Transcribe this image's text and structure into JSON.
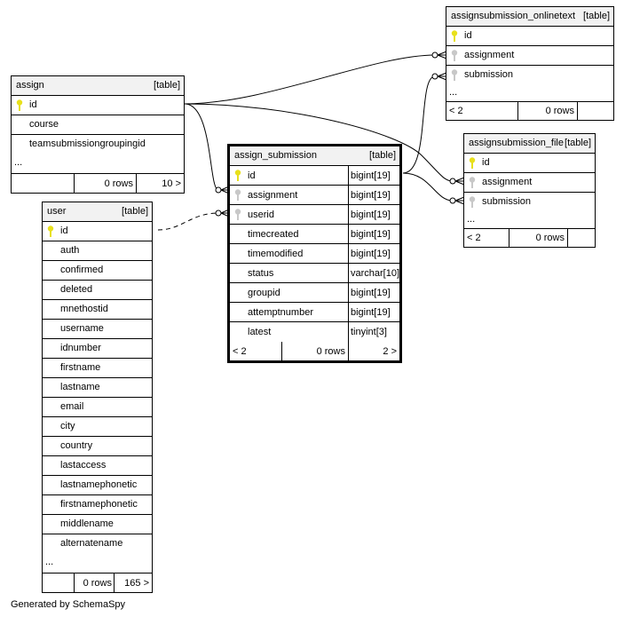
{
  "tables": {
    "assign": {
      "name": "assign",
      "kind": "[table]",
      "columns": [
        {
          "name": "id",
          "key": "primary"
        },
        {
          "name": "course",
          "key": "none"
        },
        {
          "name": "teamsubmissiongroupingid",
          "key": "none"
        }
      ],
      "ellipsis": "...",
      "parents": "",
      "rows": "0 rows",
      "children": "10 >"
    },
    "user": {
      "name": "user",
      "kind": "[table]",
      "columns": [
        {
          "name": "id",
          "key": "primary"
        },
        {
          "name": "auth",
          "key": "none"
        },
        {
          "name": "confirmed",
          "key": "none"
        },
        {
          "name": "deleted",
          "key": "none"
        },
        {
          "name": "mnethostid",
          "key": "none"
        },
        {
          "name": "username",
          "key": "none"
        },
        {
          "name": "idnumber",
          "key": "none"
        },
        {
          "name": "firstname",
          "key": "none"
        },
        {
          "name": "lastname",
          "key": "none"
        },
        {
          "name": "email",
          "key": "none"
        },
        {
          "name": "city",
          "key": "none"
        },
        {
          "name": "country",
          "key": "none"
        },
        {
          "name": "lastaccess",
          "key": "none"
        },
        {
          "name": "lastnamephonetic",
          "key": "none"
        },
        {
          "name": "firstnamephonetic",
          "key": "none"
        },
        {
          "name": "middlename",
          "key": "none"
        },
        {
          "name": "alternatename",
          "key": "none"
        }
      ],
      "ellipsis": "...",
      "parents": "",
      "rows": "0 rows",
      "children": "165 >"
    },
    "assign_submission": {
      "name": "assign_submission",
      "kind": "[table]",
      "columns": [
        {
          "name": "id",
          "type": "bigint[19]",
          "key": "primary"
        },
        {
          "name": "assignment",
          "type": "bigint[19]",
          "key": "foreign"
        },
        {
          "name": "userid",
          "type": "bigint[19]",
          "key": "foreign"
        },
        {
          "name": "timecreated",
          "type": "bigint[19]",
          "key": "none"
        },
        {
          "name": "timemodified",
          "type": "bigint[19]",
          "key": "none"
        },
        {
          "name": "status",
          "type": "varchar[10]",
          "key": "none"
        },
        {
          "name": "groupid",
          "type": "bigint[19]",
          "key": "none"
        },
        {
          "name": "attemptnumber",
          "type": "bigint[19]",
          "key": "none"
        },
        {
          "name": "latest",
          "type": "tinyint[3]",
          "key": "none"
        }
      ],
      "parents": "< 2",
      "rows": "0 rows",
      "children": "2 >"
    },
    "assignsubmission_onlinetext": {
      "name": "assignsubmission_onlinetext",
      "kind": "[table]",
      "columns": [
        {
          "name": "id",
          "key": "primary"
        },
        {
          "name": "assignment",
          "key": "foreign"
        },
        {
          "name": "submission",
          "key": "foreign"
        }
      ],
      "ellipsis": "...",
      "parents": "< 2",
      "rows": "0 rows",
      "children": ""
    },
    "assignsubmission_file": {
      "name": "assignsubmission_file",
      "kind": "[table]",
      "columns": [
        {
          "name": "id",
          "key": "primary"
        },
        {
          "name": "assignment",
          "key": "foreign"
        },
        {
          "name": "submission",
          "key": "foreign"
        }
      ],
      "ellipsis": "...",
      "parents": "< 2",
      "rows": "0 rows",
      "children": ""
    }
  },
  "colors": {
    "primary_key": "#e8e01c",
    "foreign_key": "#c8c8c8",
    "header_bg": "#f2f2f2"
  },
  "footer": "Generated by SchemaSpy"
}
